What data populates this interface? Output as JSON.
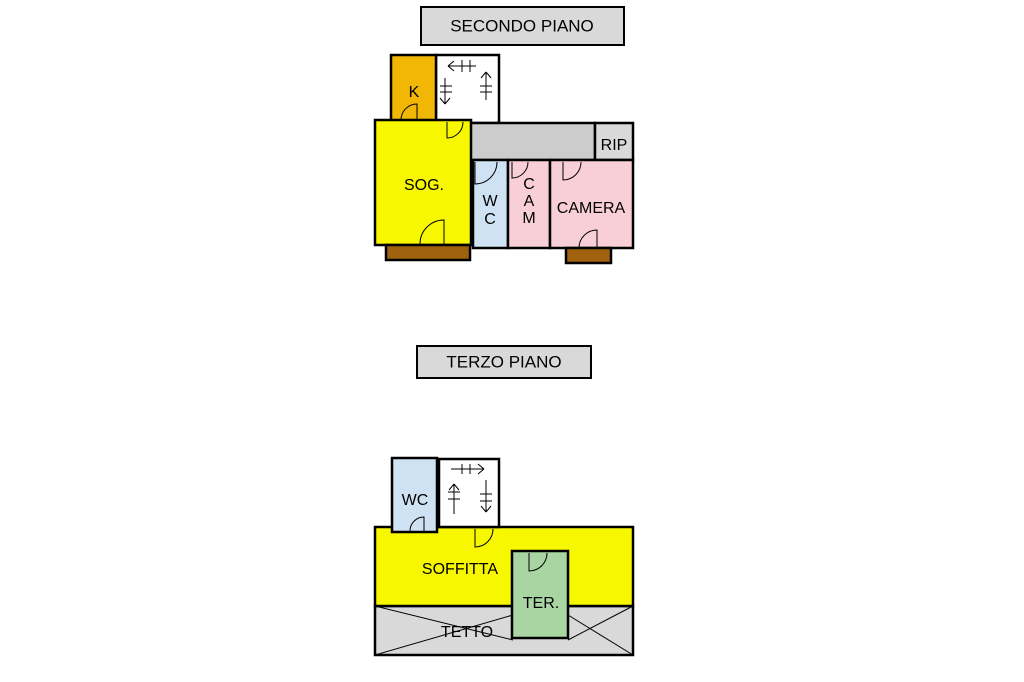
{
  "floors": {
    "second": {
      "title": "SECONDO PIANO",
      "rooms": {
        "kitchen": "K",
        "living": "SOG.",
        "wc_line1": "W",
        "wc_line2": "C",
        "cam_line1": "C",
        "cam_line2": "A",
        "cam_line3": "M",
        "bedroom": "CAMERA",
        "storage": "RIP"
      }
    },
    "third": {
      "title": "TERZO PIANO",
      "rooms": {
        "wc": "WC",
        "attic": "SOFFITTA",
        "terrace": "TER.",
        "roof": "TETTO"
      }
    }
  },
  "colors": {
    "title_bg": "#d9d9d9",
    "kitchen": "#f2b705",
    "living": "#f7f700",
    "wc": "#cfe2f3",
    "bedroom": "#f9cfd7",
    "corridor": "#cccccc",
    "balcony": "#a0620f",
    "terrace": "#a8d5a2",
    "roof": "#d9d9d9",
    "stairs": "#ffffff"
  }
}
